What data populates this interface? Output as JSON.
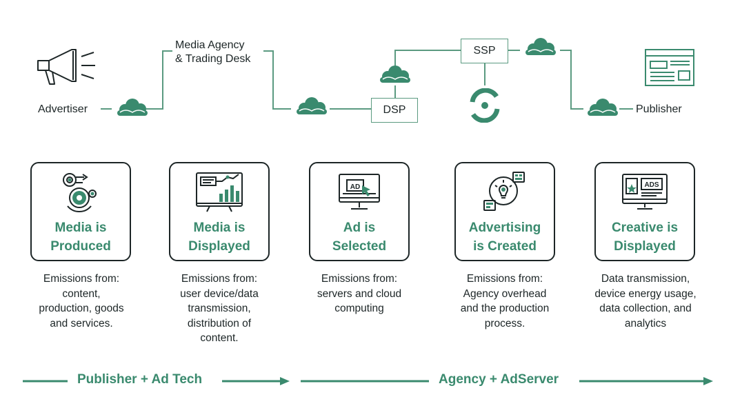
{
  "flow": {
    "advertiser_label": "Advertiser",
    "agency_label": "Media Agency\n& Trading Desk",
    "dsp_label": "DSP",
    "ssp_label": "SSP",
    "publisher_label": "Publisher"
  },
  "stages": [
    {
      "title": "Media is\nProduced",
      "description": "Emissions from:\ncontent,\nproduction, goods\nand services.",
      "icon": "gear-process-icon"
    },
    {
      "title": "Media is\nDisplayed",
      "description": "Emissions from:\nuser device/data\ntransmission,\ndistribution of\ncontent.",
      "icon": "presentation-chart-icon"
    },
    {
      "title": "Ad is\nSelected",
      "description": "Emissions from:\nservers and cloud\ncomputing",
      "icon": "ad-monitor-icon"
    },
    {
      "title": "Advertising\nis Created",
      "description": "Emissions from:\nAgency overhead\nand the production\nprocess.",
      "icon": "idea-lightbulb-icon"
    },
    {
      "title": "Creative is\nDisplayed",
      "description": "Data transmission,\ndevice energy usage,\ndata collection, and\nanalytics",
      "icon": "ads-screen-icon"
    }
  ],
  "phases": {
    "left": "Publisher + Ad Tech",
    "right": "Agency + AdServer"
  },
  "colors": {
    "accent": "#3a8a6e",
    "line": "#5a9a80",
    "text": "#1c2526"
  }
}
